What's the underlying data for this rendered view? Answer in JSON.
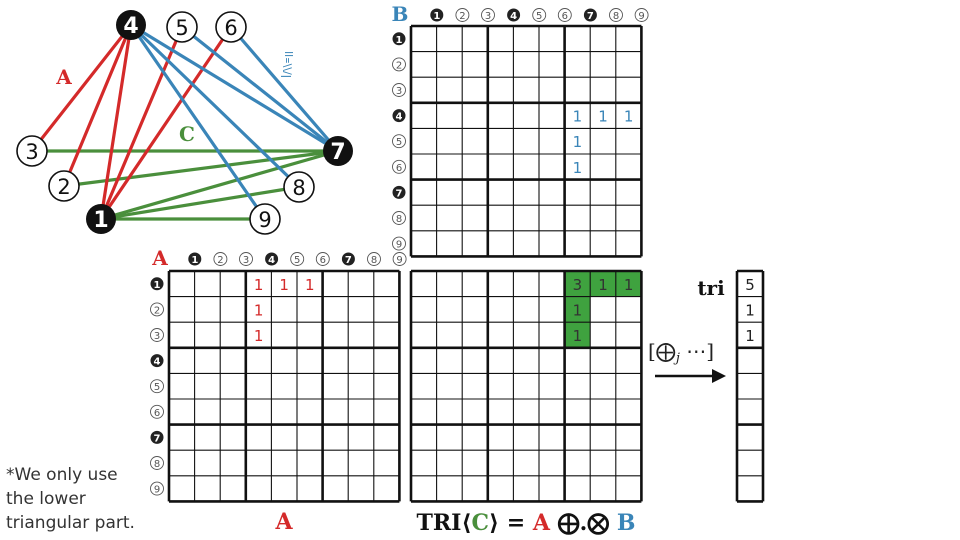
{
  "colors": {
    "red": "#d42a2a",
    "blue": "#3a85b8",
    "green": "#4a8f3c",
    "cell_green": "#3fa23f",
    "grey": "#555555",
    "dark": "#111111"
  },
  "graph": {
    "label_a": "A",
    "label_c": "C",
    "rotated_text": "ꟾ/\\\\꓿ꞁꞁ",
    "nodes": [
      {
        "id": 1,
        "label": "❶",
        "filled": true
      },
      {
        "id": 2,
        "label": "②",
        "filled": false
      },
      {
        "id": 3,
        "label": "③",
        "filled": false
      },
      {
        "id": 4,
        "label": "❹",
        "filled": true
      },
      {
        "id": 5,
        "label": "⑤",
        "filled": false
      },
      {
        "id": 6,
        "label": "⑥",
        "filled": false
      },
      {
        "id": 7,
        "label": "❼",
        "filled": true
      },
      {
        "id": 8,
        "label": "⑧",
        "filled": false
      },
      {
        "id": 9,
        "label": "⑨",
        "filled": false
      }
    ],
    "edges_a": [
      [
        4,
        3
      ],
      [
        4,
        2
      ],
      [
        4,
        1
      ],
      [
        5,
        1
      ],
      [
        6,
        1
      ]
    ],
    "edges_b": [
      [
        4,
        7
      ],
      [
        4,
        8
      ],
      [
        4,
        9
      ],
      [
        5,
        7
      ],
      [
        6,
        7
      ]
    ],
    "edges_c": [
      [
        3,
        7
      ],
      [
        2,
        7
      ],
      [
        1,
        7
      ],
      [
        1,
        8
      ],
      [
        1,
        9
      ]
    ]
  },
  "matrix_labels": {
    "b_title": "B",
    "a_title": "A",
    "a_bottom": "A",
    "row_labels": [
      "❶",
      "②",
      "③",
      "❹",
      "⑤",
      "⑥",
      "❼",
      "⑧",
      "⑨"
    ],
    "col_labels": [
      "❶",
      "②",
      "③",
      "❹",
      "⑤",
      "⑥",
      "❼",
      "⑧",
      "⑨"
    ]
  },
  "matrix_b": {
    "cells": [
      {
        "r": 4,
        "c": 7,
        "v": "1"
      },
      {
        "r": 4,
        "c": 8,
        "v": "1"
      },
      {
        "r": 4,
        "c": 9,
        "v": "1"
      },
      {
        "r": 5,
        "c": 7,
        "v": "1"
      },
      {
        "r": 6,
        "c": 7,
        "v": "1"
      }
    ]
  },
  "matrix_a": {
    "cells": [
      {
        "r": 1,
        "c": 4,
        "v": "1"
      },
      {
        "r": 1,
        "c": 5,
        "v": "1"
      },
      {
        "r": 1,
        "c": 6,
        "v": "1"
      },
      {
        "r": 2,
        "c": 4,
        "v": "1"
      },
      {
        "r": 3,
        "c": 4,
        "v": "1"
      }
    ]
  },
  "matrix_c": {
    "cells": [
      {
        "r": 1,
        "c": 7,
        "v": "3",
        "highlight": true
      },
      {
        "r": 1,
        "c": 8,
        "v": "1",
        "highlight": true
      },
      {
        "r": 1,
        "c": 9,
        "v": "1",
        "highlight": true
      },
      {
        "r": 2,
        "c": 7,
        "v": "1",
        "highlight": true
      },
      {
        "r": 3,
        "c": 7,
        "v": "1",
        "highlight": true
      }
    ]
  },
  "formula": {
    "tri": "TRI",
    "langle": "⟨",
    "c": "C",
    "rangle": "⟩",
    "eq": " = ",
    "a": "A",
    "ops": " ⨁.⨂ ",
    "b": "B"
  },
  "reduction": {
    "label": "[⨁",
    "sub": "j",
    "dots": " ⋯]"
  },
  "tri_vector": {
    "label": "tri",
    "values": [
      "5",
      "1",
      "1",
      "",
      "",
      "",
      "",
      "",
      ""
    ]
  },
  "note": {
    "lines": [
      "*We only use",
      "the lower",
      "triangular part."
    ]
  }
}
